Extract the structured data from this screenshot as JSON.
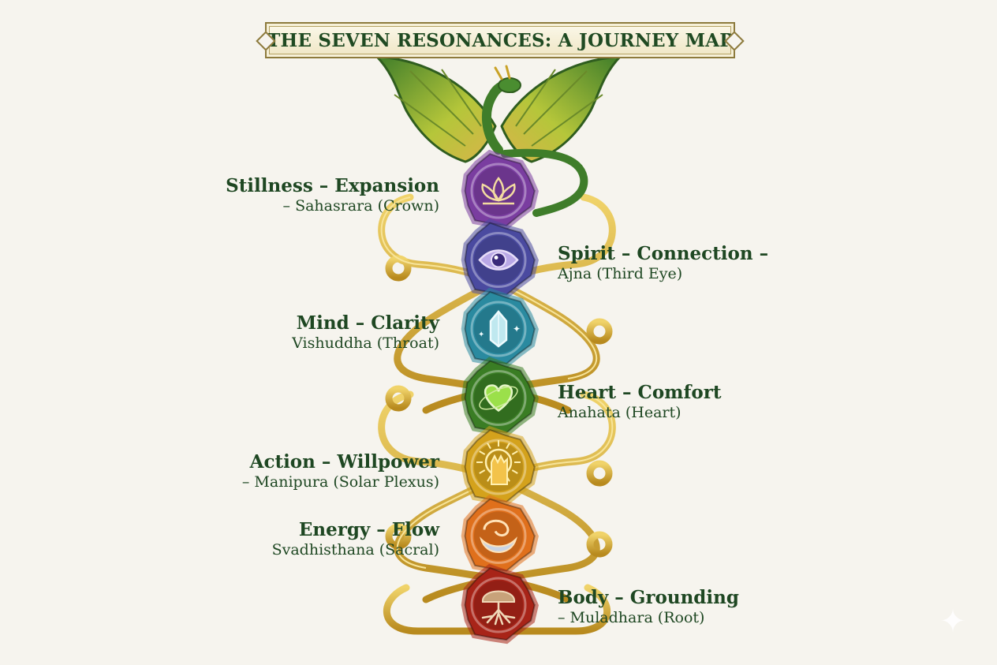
{
  "title": "THE SEVEN RESONANCES: A JOURNEY MAP",
  "resonances": [
    {
      "name": "Stillness – Expansion",
      "chakra": "– Sahasrara (Crown)",
      "color": "#7a3da0",
      "icon": "lotus-icon"
    },
    {
      "name": "Spirit – Connection –",
      "chakra": "Ajna (Third Eye)",
      "color": "#4a4aa0",
      "icon": "eye-icon"
    },
    {
      "name": "Mind – Clarity",
      "chakra": "Vishuddha (Throat)",
      "color": "#2a8aa0",
      "icon": "crystal-icon"
    },
    {
      "name": "Heart – Comfort",
      "chakra": "Anahata (Heart)",
      "color": "#3a7d24",
      "icon": "heart-icon"
    },
    {
      "name": "Action – Willpower",
      "chakra": "– Manipura (Solar Plexus)",
      "color": "#d4a21c",
      "icon": "sun-hand-icon"
    },
    {
      "name": "Energy – Flow",
      "chakra": "Svadhisthana (Sacral)",
      "color": "#e0701c",
      "icon": "water-moon-icon"
    },
    {
      "name": "Body – Grounding",
      "chakra": "– Muladhara (Root)",
      "color": "#a82418",
      "icon": "tree-roots-icon"
    }
  ],
  "colors": {
    "text": "#1e4722",
    "gold": "#c9a227",
    "background": "#f6f4ee"
  }
}
